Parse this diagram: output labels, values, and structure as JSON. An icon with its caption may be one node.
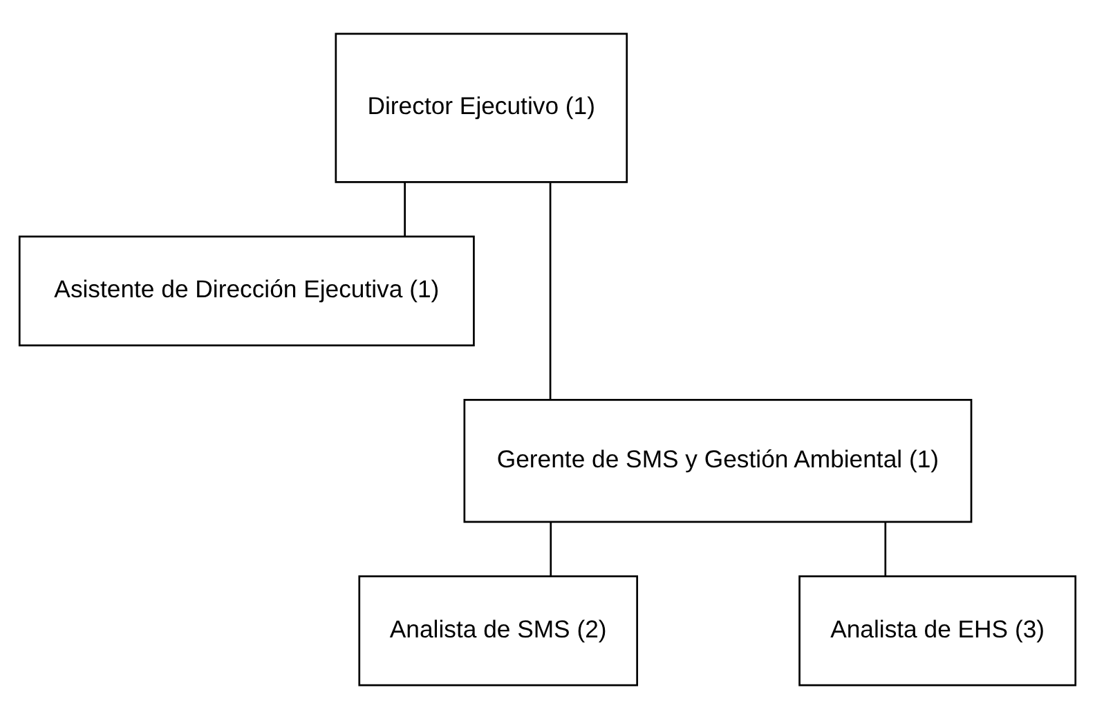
{
  "diagram": {
    "nodes": [
      {
        "text": [
          "Director Ejecutivo (1)"
        ]
      },
      {
        "text": [
          "Asistente de Dirección Ejecutiva (1)"
        ]
      },
      {
        "text": [
          "Gerente de SMS y Gestión Ambiental (1)"
        ]
      },
      {
        "text": [
          "Analista de SMS (2)"
        ]
      },
      {
        "text": [
          "Analista de EHS (3)"
        ]
      }
    ],
    "edges": [
      {
        "from": 0,
        "to": 1,
        "arrow": "none"
      },
      {
        "from": 0,
        "to": 2,
        "arrow": "none"
      },
      {
        "from": 2,
        "to": 3,
        "arrow": "none"
      },
      {
        "from": 2,
        "to": 4,
        "arrow": "none"
      }
    ]
  }
}
